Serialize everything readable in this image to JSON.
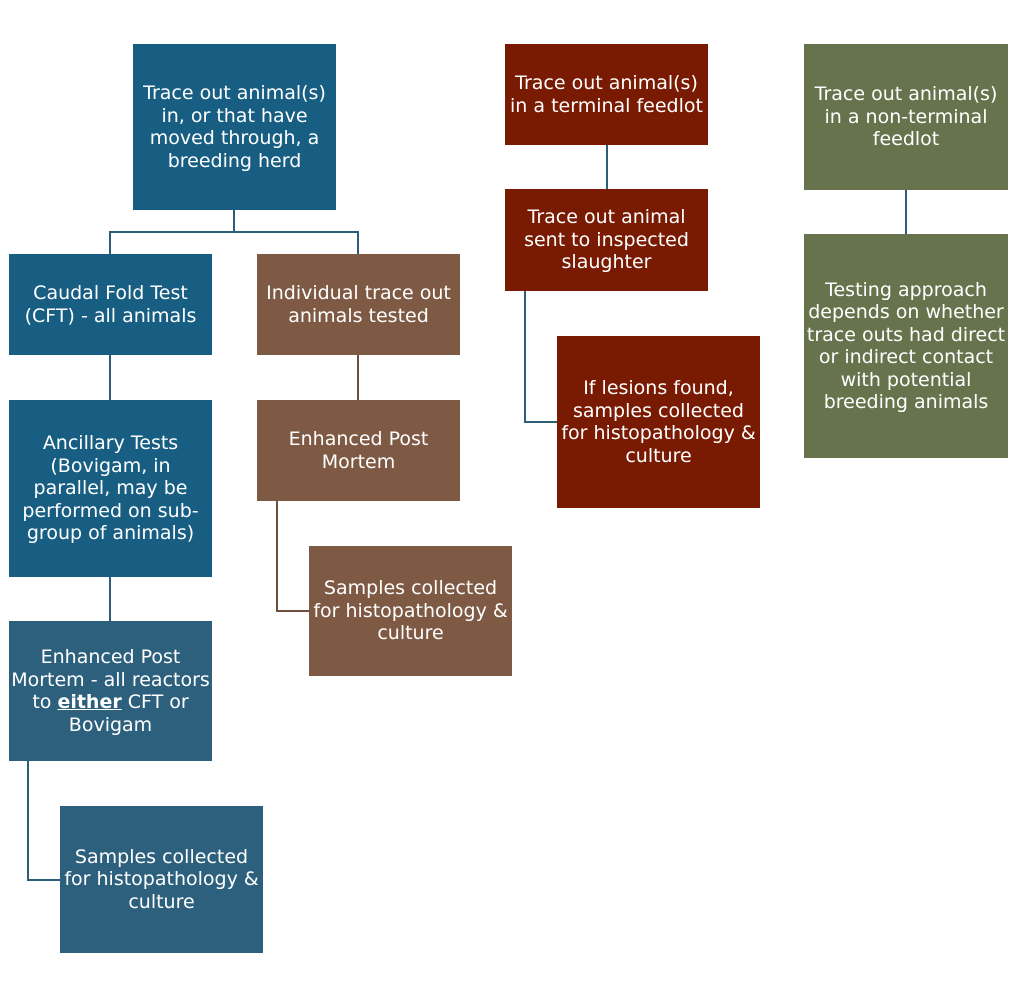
{
  "colors": {
    "breeding": "#175e82",
    "breeding_final": "#2d607d",
    "individual": "#7e5944",
    "terminal": "#791a03",
    "non_terminal": "#67734c",
    "connector_blue": "#2e5d78",
    "connector_brown": "#6d4f3c",
    "connector_red": "#6e1e0e",
    "connector_olive": "#5a6643"
  },
  "nodes": {
    "breeding_herd": {
      "label": "Trace out animal(s) in, or that have moved through, a breeding herd"
    },
    "cft": {
      "label": "Caudal Fold Test (CFT) - all animals"
    },
    "ancillary": {
      "label": "Ancillary Tests (Bovigam, in parallel, may be performed on sub-group of animals)"
    },
    "enhanced_pm_all": {
      "label_before": "Enhanced Post Mortem - all reactors to ",
      "label_emphasis": "either",
      "label_after": " CFT or Bovigam"
    },
    "samples_breeding": {
      "label": "Samples collected for histopathology & culture"
    },
    "individual": {
      "label": "Individual trace out animals tested"
    },
    "enhanced_pm_individual": {
      "label": "Enhanced Post Mortem"
    },
    "samples_individual": {
      "label": "Samples collected for histopathology & culture"
    },
    "terminal_feedlot": {
      "label": "Trace out animal(s) in a terminal feedlot"
    },
    "inspected_slaughter": {
      "label": "Trace out animal sent to inspected slaughter"
    },
    "lesions": {
      "label": "If lesions found, samples collected for histopathology & culture"
    },
    "non_terminal_feedlot": {
      "label": "Trace out animal(s) in a non-terminal feedlot"
    },
    "testing_approach": {
      "label": "Testing approach depends on whether trace outs had direct or indirect contact with potential breeding animals"
    }
  }
}
